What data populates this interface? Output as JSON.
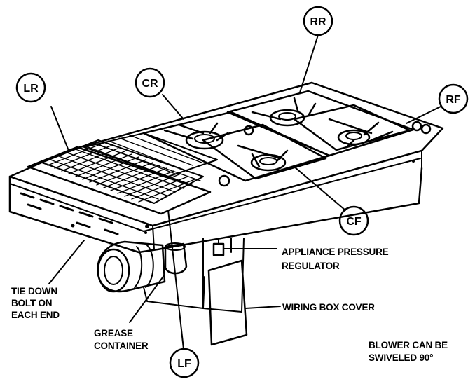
{
  "callouts": {
    "lr": "LR",
    "cr": "CR",
    "rr": "RR",
    "rf": "RF",
    "cf": "CF",
    "lf": "LF"
  },
  "labels": {
    "pressure_regulator_1": "APPLIANCE PRESSURE",
    "pressure_regulator_2": "REGULATOR",
    "tie_down_1": "TIE DOWN",
    "tie_down_2": "BOLT ON",
    "tie_down_3": "EACH END",
    "wiring_box": "WIRING BOX COVER",
    "grease_1": "GREASE",
    "grease_2": "CONTAINER",
    "blower_1": "BLOWER CAN BE",
    "blower_2": "SWIVELED 90°"
  }
}
